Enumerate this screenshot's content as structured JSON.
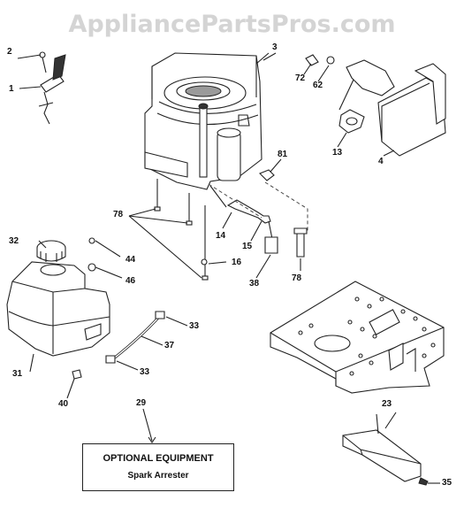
{
  "watermark": "AppliancePartsPros.com",
  "callouts": [
    {
      "id": "2",
      "text": "2"
    },
    {
      "id": "1",
      "text": "1"
    },
    {
      "id": "3",
      "text": "3"
    },
    {
      "id": "72",
      "text": "72"
    },
    {
      "id": "62",
      "text": "62"
    },
    {
      "id": "13",
      "text": "13"
    },
    {
      "id": "4",
      "text": "4"
    },
    {
      "id": "81",
      "text": "81"
    },
    {
      "id": "78a",
      "text": "78"
    },
    {
      "id": "14",
      "text": "14"
    },
    {
      "id": "15",
      "text": "15"
    },
    {
      "id": "32",
      "text": "32"
    },
    {
      "id": "44",
      "text": "44"
    },
    {
      "id": "16",
      "text": "16"
    },
    {
      "id": "38",
      "text": "38"
    },
    {
      "id": "78b",
      "text": "78"
    },
    {
      "id": "46",
      "text": "46"
    },
    {
      "id": "33a",
      "text": "33"
    },
    {
      "id": "37",
      "text": "37"
    },
    {
      "id": "31",
      "text": "31"
    },
    {
      "id": "33b",
      "text": "33"
    },
    {
      "id": "40",
      "text": "40"
    },
    {
      "id": "29",
      "text": "29"
    },
    {
      "id": "23",
      "text": "23"
    },
    {
      "id": "35",
      "text": "35"
    }
  ],
  "optional_box": {
    "title": "OPTIONAL EQUIPMENT",
    "subtitle": "Spark Arrester"
  }
}
